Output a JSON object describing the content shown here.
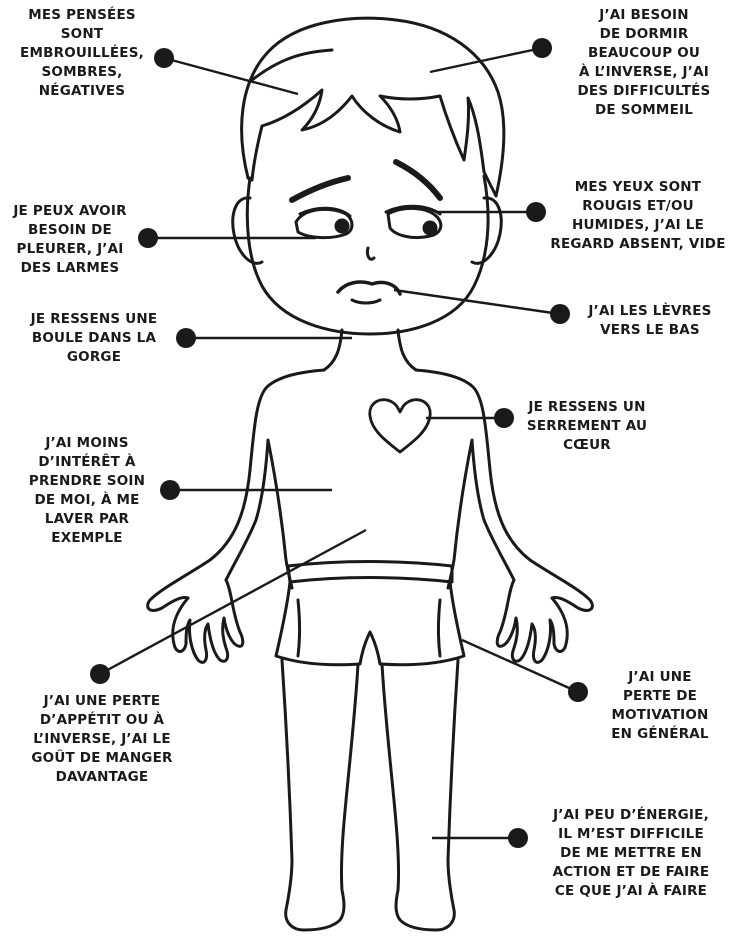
{
  "labels": {
    "thoughts": "MES PENSÉES\nSONT\nEMBROUILLÉES,\nSOMBRES,\nNÉGATIVES",
    "sleep": "J’AI BESOIN\nDE DORMIR\nBEAUCOUP OU\nÀ L’INVERSE, J’AI\nDES DIFFICULTÉS\nDE SOMMEIL",
    "crying": "JE PEUX AVOIR\nBESOIN DE\nPLEURER, J’AI\nDES LARMES",
    "eyes": "MES YEUX SONT\nROUGIS ET/OU\nHUMIDES, J’AI LE\nREGARD ABSENT, VIDE",
    "throat": "JE RESSENS UNE\nBOULE DANS LA\nGORGE",
    "lips": "J’AI LES LÈVRES\nVERS LE BAS",
    "heart": "JE RESSENS UN\nSERREMENT AU\nCŒUR",
    "selfcare": "J’AI MOINS\nD’INTÉRÊT À\nPRENDRE SOIN\nDE MOI, À ME\nLAVER PAR\nEXEMPLE",
    "appetite": "J’AI UNE PERTE\nD’APPÉTIT OU À\nL’INVERSE, J’AI LE\nGOÛT DE MANGER\nDAVANTAGE",
    "motivation": "J’AI UNE\nPERTE DE\nMOTIVATION\nEN GÉNÉRAL",
    "energy": "J’AI PEU D’ÉNERGIE,\nIL M’EST DIFFICILE\nDE ME METTRE EN\nACTION ET DE FAIRE\nCE QUE J’AI À FAIRE"
  },
  "colors": {
    "ink": "#1a1a1a",
    "background": "#ffffff"
  }
}
